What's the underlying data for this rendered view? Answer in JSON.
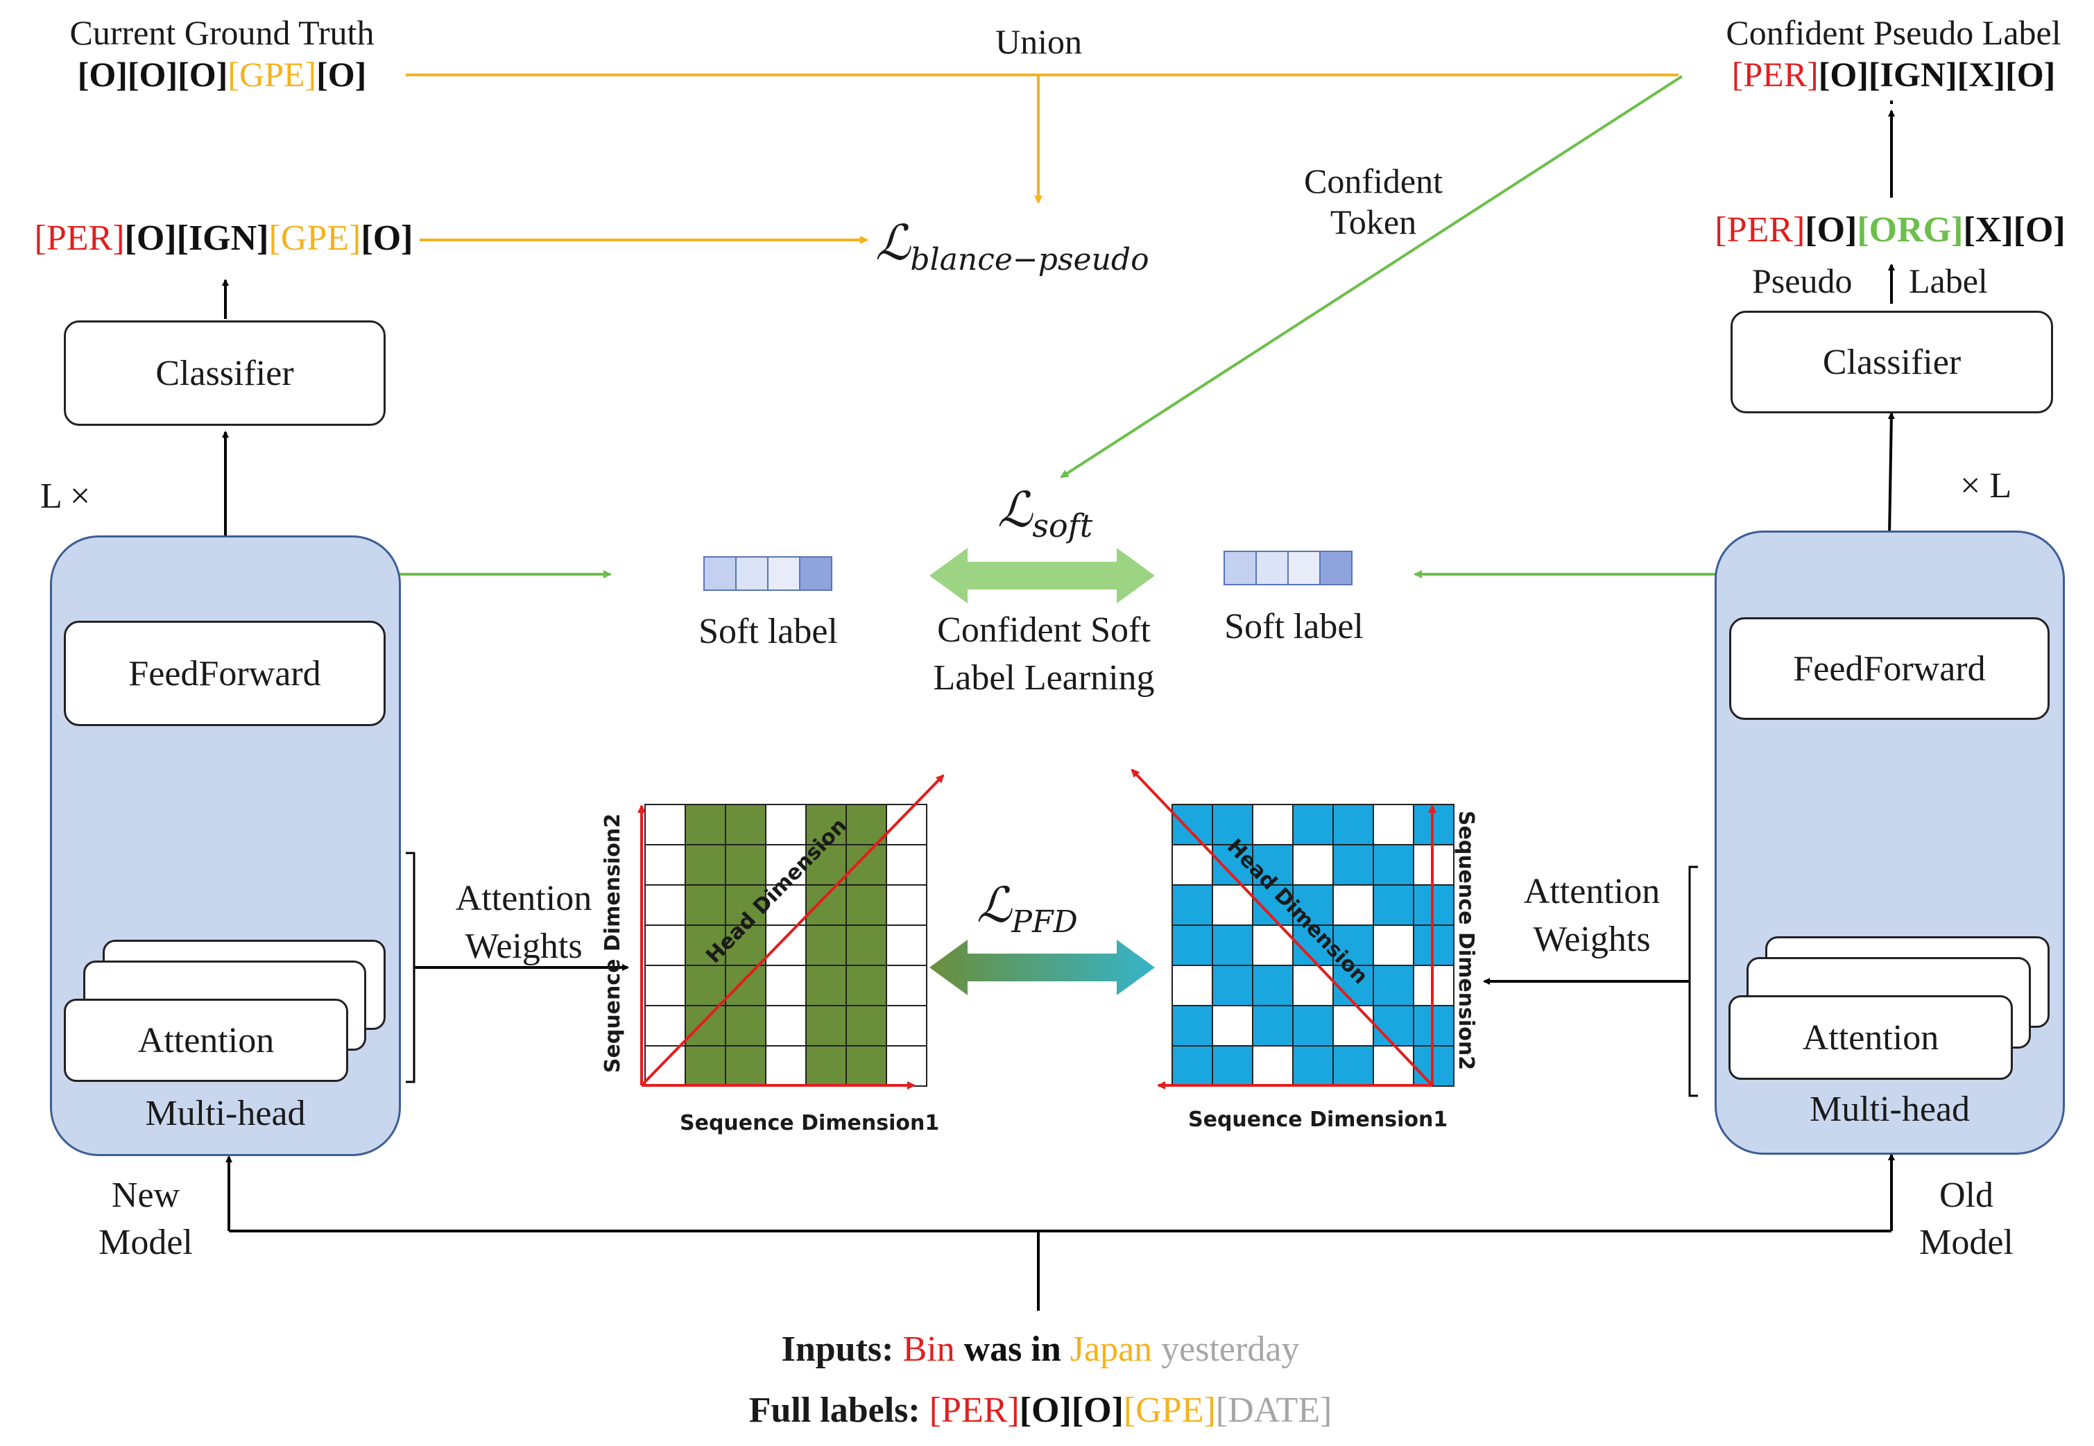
{
  "colors": {
    "red": "#e21e1e",
    "yellow": "#f5b21c",
    "green": "#6cbf4a",
    "blue_panel": "#c9d7ee",
    "olive": "#6b8e3a",
    "cyan": "#1aa7e0",
    "gray": "#a6a6a6"
  },
  "top_left": {
    "title": "Current Ground Truth",
    "labels": [
      {
        "text": "[O]",
        "color": "black"
      },
      {
        "text": "[O]",
        "color": "black"
      },
      {
        "text": "[O]",
        "color": "black"
      },
      {
        "text": "[GPE]",
        "color": "yellow"
      },
      {
        "text": "[O]",
        "color": "black"
      }
    ]
  },
  "union_label": "Union",
  "top_right": {
    "title": "Confident Pseudo Label",
    "labels": [
      {
        "text": "[PER]",
        "color": "red"
      },
      {
        "text": "[O]",
        "color": "black"
      },
      {
        "text": "[IGN]",
        "color": "black"
      },
      {
        "text": "[X]",
        "color": "black"
      },
      {
        "text": "[O]",
        "color": "black"
      }
    ]
  },
  "confident_token": [
    "Confident",
    "Token"
  ],
  "left_output": [
    {
      "text": "[PER]",
      "color": "red"
    },
    {
      "text": "[O]",
      "color": "black"
    },
    {
      "text": "[IGN]",
      "color": "black"
    },
    {
      "text": "[GPE]",
      "color": "yellow"
    },
    {
      "text": "[O]",
      "color": "black"
    }
  ],
  "right_output": [
    {
      "text": "[PER]",
      "color": "red"
    },
    {
      "text": "[O]",
      "color": "black"
    },
    {
      "text": "[ORG]",
      "color": "green"
    },
    {
      "text": "[X]",
      "color": "black"
    },
    {
      "text": "[O]",
      "color": "black"
    }
  ],
  "loss_balance": {
    "base": "ℒ",
    "sub": "blance−pseudo"
  },
  "loss_soft": {
    "base": "ℒ",
    "sub": "soft"
  },
  "loss_pfd": {
    "base": "ℒ",
    "sub": "PFD"
  },
  "pseudo_label": [
    "Pseudo",
    "Label"
  ],
  "left_model": {
    "classifier": "Classifier",
    "feedforward": "FeedForward",
    "attention": "Attention",
    "multihead": "Multi-head",
    "repeat": "L ×",
    "name": [
      "New",
      "Model"
    ]
  },
  "right_model": {
    "classifier": "Classifier",
    "feedforward": "FeedForward",
    "attention": "Attention",
    "multihead": "Multi-head",
    "repeat": "× L",
    "name": [
      "Old",
      "Model"
    ]
  },
  "soft_label": "Soft label",
  "soft_learning": [
    "Confident Soft",
    "Label Learning"
  ],
  "attention_weights": [
    "Attention",
    "Weights"
  ],
  "matrix": {
    "seq_dim1": "Sequence Dimension1",
    "seq_dim2": "Sequence Dimension2",
    "head_dim": "Head Dimension"
  },
  "inputs": {
    "prefix": "Inputs:",
    "words": [
      {
        "text": "Bin",
        "color": "red"
      },
      {
        "text": "was",
        "color": "black"
      },
      {
        "text": "in",
        "color": "black"
      },
      {
        "text": "Japan",
        "color": "yellow"
      },
      {
        "text": "yesterday",
        "color": "gray"
      }
    ]
  },
  "full_labels": {
    "prefix": "Full labels:",
    "labels": [
      {
        "text": "[PER]",
        "color": "red"
      },
      {
        "text": "[O]",
        "color": "black"
      },
      {
        "text": "[O]",
        "color": "black"
      },
      {
        "text": "[GPE]",
        "color": "yellow"
      },
      {
        "text": "[DATE]",
        "color": "gray"
      }
    ]
  }
}
